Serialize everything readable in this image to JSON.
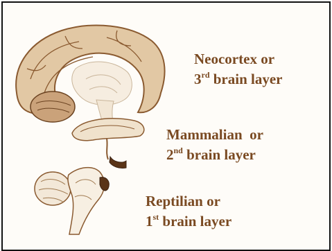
{
  "labels": {
    "neocortex": {
      "line1": "Neocortex or",
      "num": "3",
      "suffix": "rd",
      "rest": " brain layer"
    },
    "mammalian": {
      "line1": "Mammalian  or",
      "num": "2",
      "suffix": "nd",
      "rest": " brain layer"
    },
    "reptilian": {
      "line1": "Reptilian or",
      "num": "1",
      "suffix": "st",
      "rest": " brain layer"
    }
  },
  "colors": {
    "label_text": "#7a4a22",
    "neocortex_fill": "#e2c8a4",
    "neocortex_stroke": "#8a5a30",
    "limbic_fill": "#f0e2cc",
    "dark_accent": "#5a3418",
    "frame_border": "#111111"
  }
}
